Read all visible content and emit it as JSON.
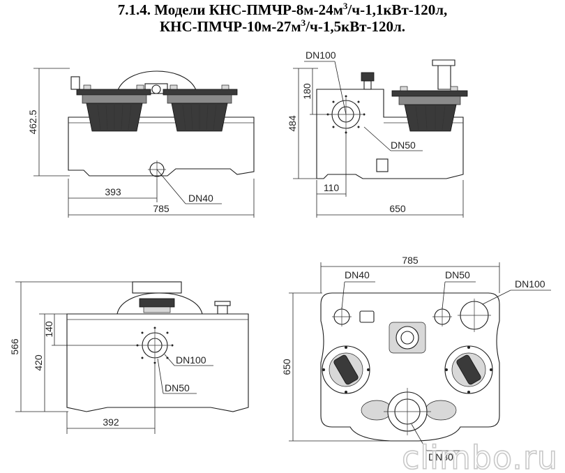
{
  "title": {
    "line1_pre": "7.1.4. Модели КНС-ПМЧР-8м-24м",
    "line1_sup": "3",
    "line1_post": "/ч-1,1кВт-120л,",
    "line2_pre": "КНС-ПМЧР-10м-27м",
    "line2_sup": "3",
    "line2_post": "/ч-1,5кВт-120л."
  },
  "front_view": {
    "height": "462.5",
    "inlet_offset": "393",
    "width": "785",
    "inlet": "DN40"
  },
  "side_view": {
    "outlet": "DN100",
    "outlet_height": "180",
    "height": "484",
    "vent": "DN50",
    "base_offset": "110",
    "depth": "650"
  },
  "rear_view": {
    "height": "566",
    "body_height": "420",
    "outlet_height": "140",
    "outlet": "DN100",
    "vent": "DN50",
    "offset": "392"
  },
  "top_view": {
    "width": "785",
    "depth": "650",
    "port1": "DN40",
    "port2": "DN50",
    "port3": "DN100",
    "port4": "DN80"
  },
  "watermark": "climbo.ru"
}
